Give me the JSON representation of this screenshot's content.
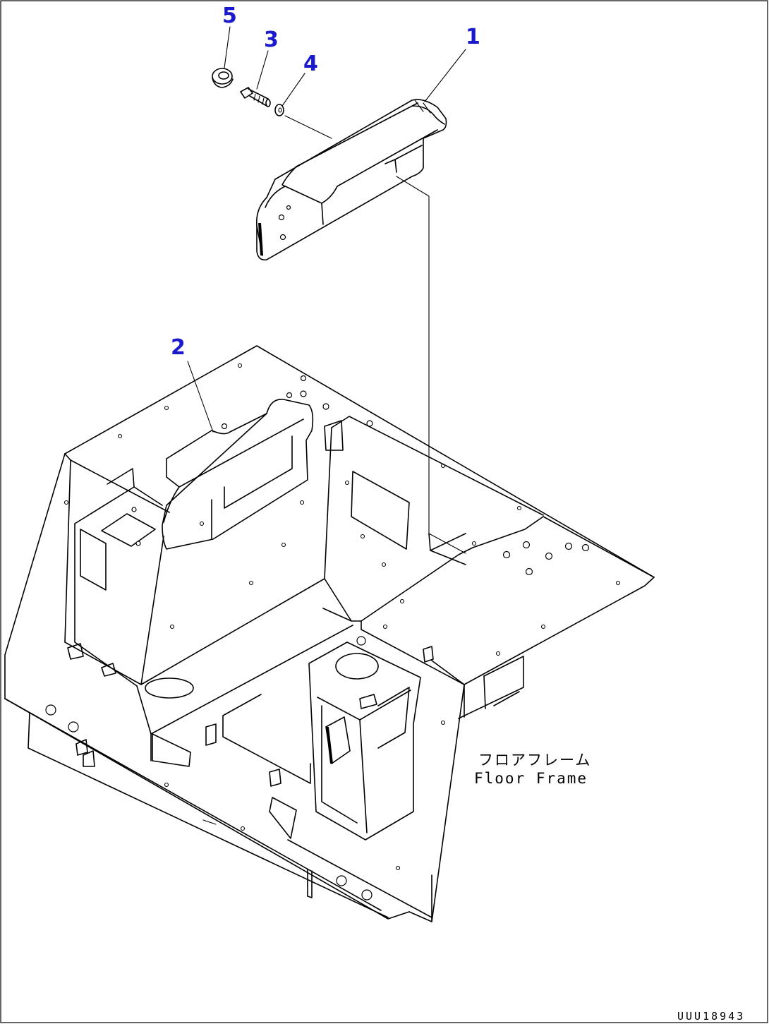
{
  "callouts": [
    {
      "id": "1",
      "text": "1"
    },
    {
      "id": "2",
      "text": "2"
    },
    {
      "id": "3",
      "text": "3"
    },
    {
      "id": "4",
      "text": "4"
    },
    {
      "id": "5",
      "text": "5"
    }
  ],
  "labels": {
    "floor_frame_jp": "フロアフレーム",
    "floor_frame_en": "Floor Frame"
  },
  "document_number": "UUU18943",
  "colors": {
    "callout": "#1a1acc",
    "line": "#000000",
    "background": "#ffffff"
  }
}
